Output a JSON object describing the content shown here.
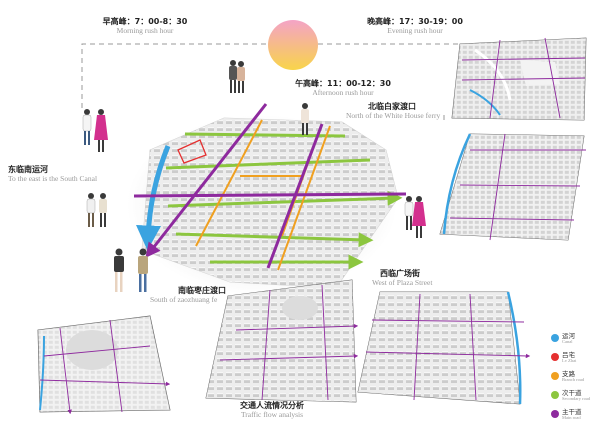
{
  "timing": {
    "morning": {
      "zh": "早高峰：7：00-8：30",
      "en": "Morning rush hour"
    },
    "evening": {
      "zh": "晚高峰：17：30-19：00",
      "en": "Evening rush hour"
    },
    "afternoon": {
      "zh": "午高峰：11：00-12：30",
      "en": "Afternoon rush hour"
    }
  },
  "places": {
    "north": {
      "zh": "北临白家渡口",
      "en": "North of the White House ferry"
    },
    "east_canal": {
      "zh": "东临南运河",
      "en": "To the east is the South Canal"
    },
    "south": {
      "zh": "南临枣庄渡口",
      "en": "South of zaozhuang fe"
    },
    "west": {
      "zh": "西临广场街",
      "en": "West of Plaza Street"
    }
  },
  "caption": {
    "zh": "交通人流情况分析",
    "en": "Traffic flow analysis"
  },
  "legend": [
    {
      "zh": "运河",
      "en": "Canal",
      "color": "#3aa3e0",
      "icon": "canal-dot"
    },
    {
      "zh": "吕宅",
      "en": "Lv Zhai",
      "color": "#e53030",
      "icon": "residence-dot"
    },
    {
      "zh": "支路",
      "en": "Branch road",
      "color": "#f0a020",
      "icon": "branch-road-dot"
    },
    {
      "zh": "次干道",
      "en": "Secondary road",
      "color": "#8cc63f",
      "icon": "secondary-road-dot"
    },
    {
      "zh": "主干道",
      "en": "Main road",
      "color": "#8e2a9e",
      "icon": "main-road-dot"
    }
  ],
  "colors": {
    "canal": "#3aa3e0",
    "main_road": "#8e2a9e",
    "secondary_road": "#8cc63f",
    "branch_road": "#f0a020",
    "residence": "#e53030",
    "sun_top": "#f5a8c0",
    "sun_bottom": "#f7d24a"
  }
}
